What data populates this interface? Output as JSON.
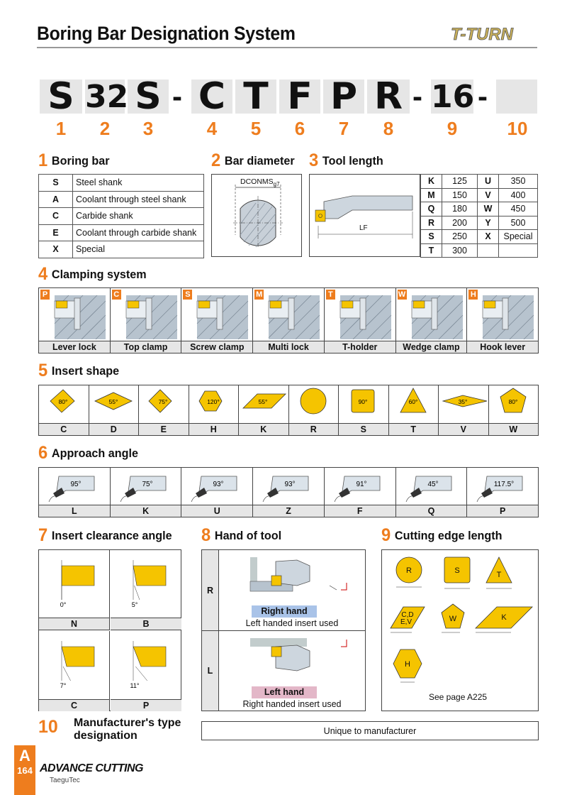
{
  "header": {
    "title": "Boring Bar Designation System",
    "logo": "T-TURN"
  },
  "code": {
    "parts": [
      "S",
      "32",
      "S",
      "C",
      "T",
      "F",
      "P",
      "R",
      "16",
      ""
    ],
    "dash": "-",
    "numbers": [
      "1",
      "2",
      "3",
      "4",
      "5",
      "6",
      "7",
      "8",
      "9",
      "10"
    ]
  },
  "s1": {
    "num": "1",
    "title": "Boring bar",
    "rows": [
      {
        "k": "S",
        "v": "Steel shank"
      },
      {
        "k": "A",
        "v": "Coolant through steel shank"
      },
      {
        "k": "C",
        "v": "Carbide shank"
      },
      {
        "k": "E",
        "v": "Coolant through carbide shank"
      },
      {
        "k": "X",
        "v": "Special"
      }
    ]
  },
  "s2": {
    "num": "2",
    "title": "Bar diameter",
    "label": "DCONMS",
    "sub": "g7"
  },
  "s3": {
    "num": "3",
    "title": "Tool length",
    "lf": "LF",
    "rows": [
      [
        "K",
        "125",
        "U",
        "350"
      ],
      [
        "M",
        "150",
        "V",
        "400"
      ],
      [
        "Q",
        "180",
        "W",
        "450"
      ],
      [
        "R",
        "200",
        "Y",
        "500"
      ],
      [
        "S",
        "250",
        "X",
        "Special"
      ],
      [
        "T",
        "300",
        "",
        ""
      ]
    ]
  },
  "s4": {
    "num": "4",
    "title": "Clamping system",
    "items": [
      {
        "k": "P",
        "v": "Lever lock"
      },
      {
        "k": "C",
        "v": "Top clamp"
      },
      {
        "k": "S",
        "v": "Screw clamp"
      },
      {
        "k": "M",
        "v": "Multi lock"
      },
      {
        "k": "T",
        "v": "T-holder"
      },
      {
        "k": "W",
        "v": "Wedge clamp"
      },
      {
        "k": "H",
        "v": "Hook lever"
      }
    ]
  },
  "s5": {
    "num": "5",
    "title": "Insert shape",
    "items": [
      {
        "k": "C",
        "a": "80°"
      },
      {
        "k": "D",
        "a": "55°"
      },
      {
        "k": "E",
        "a": "75°"
      },
      {
        "k": "H",
        "a": "120°"
      },
      {
        "k": "K",
        "a": "55°"
      },
      {
        "k": "R",
        "a": ""
      },
      {
        "k": "S",
        "a": "90°"
      },
      {
        "k": "T",
        "a": "60°"
      },
      {
        "k": "V",
        "a": "35°"
      },
      {
        "k": "W",
        "a": "80°"
      }
    ]
  },
  "s6": {
    "num": "6",
    "title": "Approach angle",
    "items": [
      {
        "k": "L",
        "a": "95°"
      },
      {
        "k": "K",
        "a": "75°"
      },
      {
        "k": "U",
        "a": "93°"
      },
      {
        "k": "Z",
        "a": "93°"
      },
      {
        "k": "F",
        "a": "91°"
      },
      {
        "k": "Q",
        "a": "45°"
      },
      {
        "k": "P",
        "a": "117.5°"
      }
    ]
  },
  "s7": {
    "num": "7",
    "title": "Insert clearance angle",
    "items": [
      {
        "k": "N",
        "a": "0°"
      },
      {
        "k": "B",
        "a": "5°"
      },
      {
        "k": "C",
        "a": "7°"
      },
      {
        "k": "P",
        "a": "11°"
      }
    ]
  },
  "s8": {
    "num": "8",
    "title": "Hand of tool",
    "items": [
      {
        "k": "R",
        "name": "Right hand",
        "note": "Left handed insert used"
      },
      {
        "k": "L",
        "name": "Left hand",
        "note": "Right handed insert used"
      }
    ]
  },
  "s9": {
    "num": "9",
    "title": "Cutting edge length",
    "shapes": [
      "R",
      "S",
      "T",
      "C,D\nE,V",
      "W",
      "K",
      "H"
    ],
    "see": "See page A225"
  },
  "s10": {
    "num": "10",
    "title": "Manufacturer's type designation",
    "text": "Unique to manufacturer"
  },
  "footer": {
    "tab": "A",
    "page": "164",
    "brand": "ADVANCE CUTTING",
    "sub": "TaeguTec"
  },
  "colors": {
    "accent": "#ee7d1e",
    "insert": "#f5c400",
    "label_bg": "#e6e6e6"
  }
}
